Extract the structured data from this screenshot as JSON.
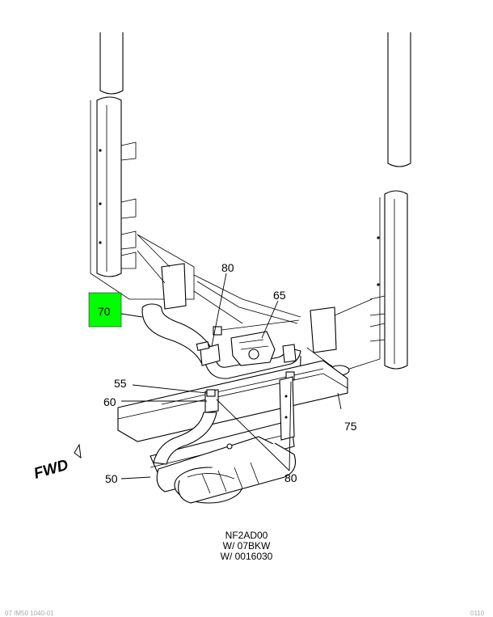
{
  "callouts": {
    "c70": "70",
    "c80_top": "80",
    "c65": "65",
    "c55": "55",
    "c60": "60",
    "c75": "75",
    "c50": "50",
    "c80_bottom": "80"
  },
  "direction_label": "FWD",
  "caption": {
    "line1": "NF2AD00",
    "line2": "W/ 07BKW",
    "line3": "W/ 0016030"
  },
  "footer": {
    "left": "07 IM50 1040-01",
    "right": "0110"
  },
  "colors": {
    "highlight": "#00ff00",
    "line": "#000000"
  }
}
